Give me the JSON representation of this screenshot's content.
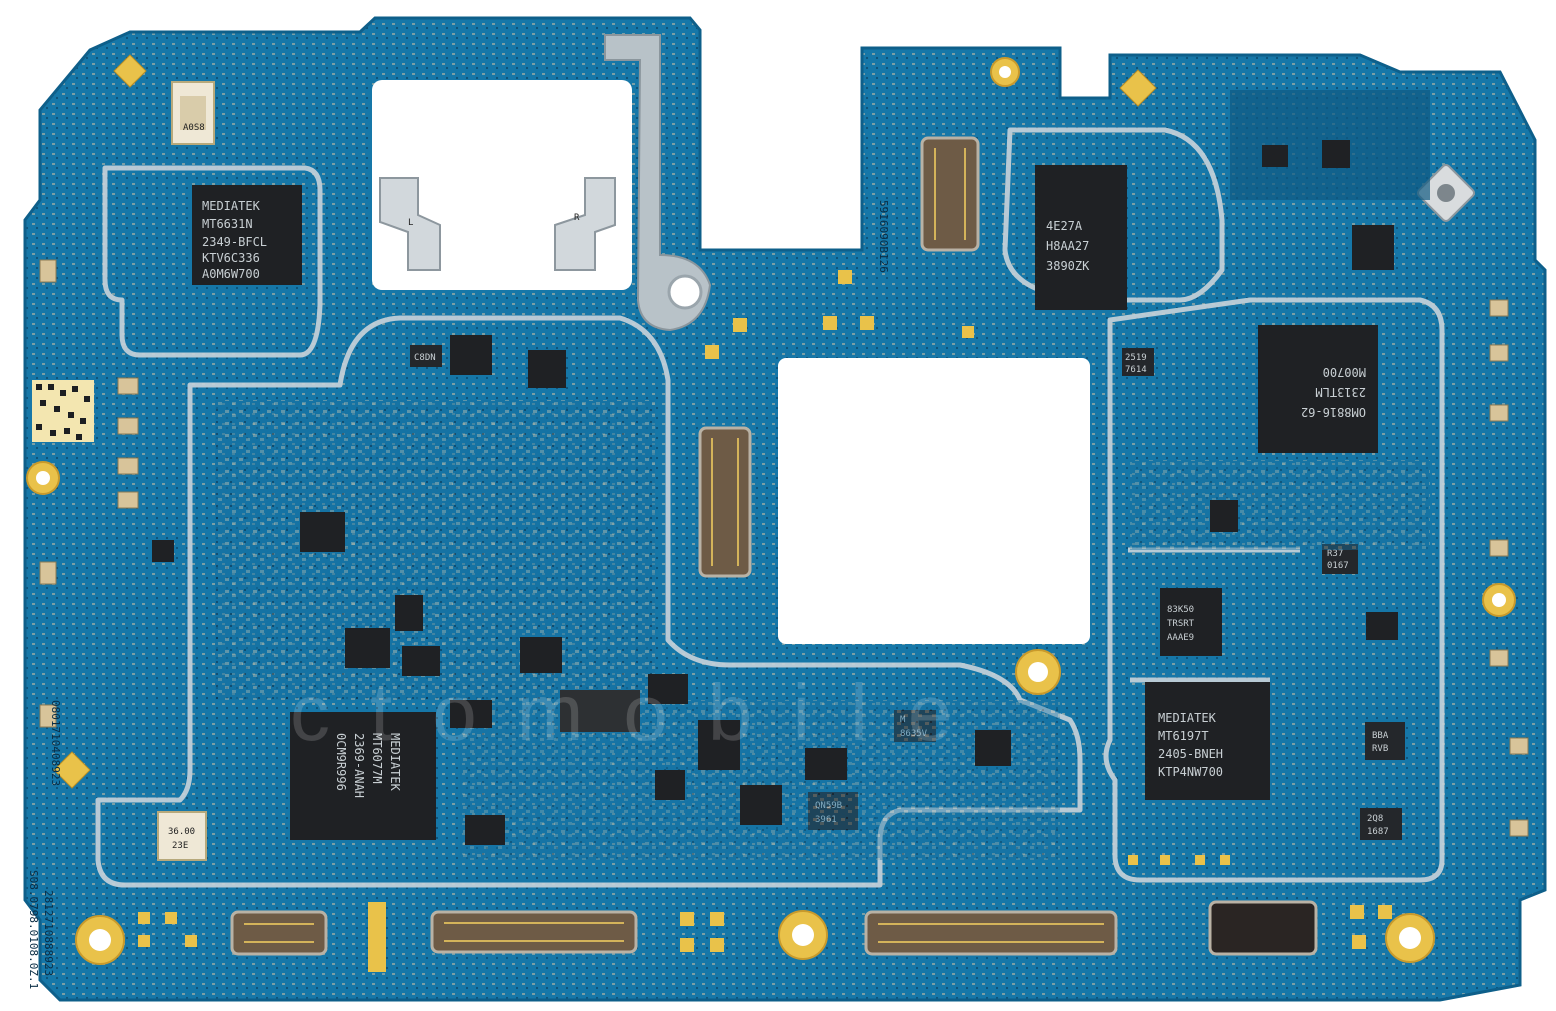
{
  "image": {
    "description_free": true,
    "colors": {
      "board": "#1677a8",
      "board_dark": "#0e5f8a",
      "shield": "#c9d3da",
      "gold": "#e9c24a",
      "chip": "#1d1f22"
    }
  },
  "chips": {
    "wifi": {
      "line1": "MEDIATEK",
      "line2": "MT6631N",
      "line3": "2349-BFCL",
      "line4": "KTV6C336",
      "line5": "A0M6W700"
    },
    "mem": {
      "line1": "4E27A",
      "line2": "H8AA27",
      "line3": "3890ZK"
    },
    "pmic_right": {
      "line1": "OM8816-62",
      "line2": "2313TLM",
      "line3": "M00700"
    },
    "rf": {
      "line1": "MEDIATEK",
      "line2": "MT6197T",
      "line3": "2405-BNEH",
      "line4": "KTP4NW700"
    },
    "soc": {
      "line1": "MEDIATEK",
      "line2": "MT6077M",
      "line3": "2369-ANAH",
      "line4": "0CM9R996"
    },
    "small_83k": {
      "line1": "83K50",
      "line2": "TRSRT",
      "line3": "AAAE9"
    },
    "qn598": {
      "line1": "QN59B",
      "line2": "3961"
    },
    "bba": {
      "line1": "BBA",
      "line2": "RVB"
    },
    "c208": {
      "line1": "2Q8",
      "line2": "1687"
    },
    "r37": {
      "line1": "R37",
      "line2": "0167"
    },
    "c2519": {
      "line1": "2519",
      "line2": "7614"
    },
    "m8635": {
      "line1": "M",
      "line2": "8635V"
    },
    "c8dn": {
      "line1": "C8DN"
    },
    "xtal_top": {
      "line1": "A0S8",
      "line2": "..."
    },
    "xtal_bottom": {
      "line1": "36.00",
      "line2": "23E"
    },
    "label_l": "L",
    "label_r": "R"
  },
  "silkscreen": {
    "left_vertical": "0801710408923",
    "bottom_left_vertical": "2812710888923",
    "bottom_left_vertical2": "S08.0798.0108.0Z.1",
    "center_vertical": "5916090B126",
    "watermark": "ctomobile"
  }
}
